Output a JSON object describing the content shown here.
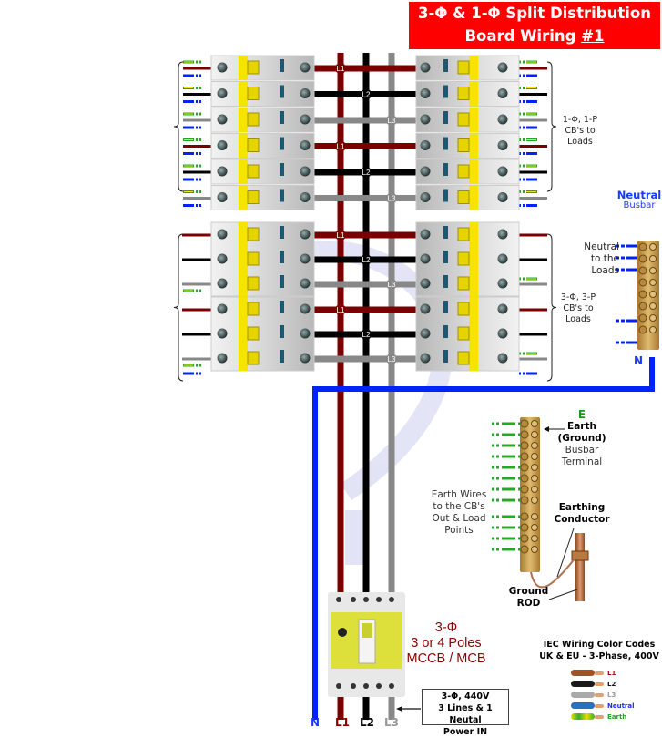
{
  "title": {
    "line1": "3-Φ & 1-Φ Split Distribution",
    "line2_prefix": "Board Wiring ",
    "line2_number": "#1"
  },
  "colors": {
    "L1": "#7a0000",
    "L2": "#000000",
    "L3": "#888888",
    "neutral": "#0022ff",
    "earth_green": "#22aa22",
    "earth_yellow": "#e8e800",
    "title_bg": "#ff0000",
    "mccb_label": "#8b0000",
    "brass": "#c79a48",
    "breaker_yellow": "#f5e400"
  },
  "busbar_labels": {
    "L1": "L1",
    "L2": "L2",
    "L3": "L3"
  },
  "single_phase_group": {
    "label_lines": [
      "1-Φ, 1-P",
      "CB's to",
      "Loads"
    ],
    "rows": [
      "L1",
      "L2",
      "L3",
      "L1",
      "L2",
      "L3"
    ]
  },
  "three_phase_group": {
    "label_lines": [
      "3-Φ, 3-P",
      "CB's to",
      "Loads"
    ],
    "breakers": 2
  },
  "neutral_busbar": {
    "title": "Neutral",
    "subtitle": "Busbar",
    "to_loads_lines": [
      "Neutral",
      "to the",
      "Loads"
    ],
    "tag": "N"
  },
  "earth_busbar": {
    "tag": "E",
    "title_lines": [
      "Earth",
      "(Ground)"
    ],
    "subtitle_lines": [
      "Busbar",
      "Terminal"
    ],
    "wires_label_lines": [
      "Earth Wires",
      "to the CB's",
      "Out & Load",
      "Points"
    ],
    "conductor_lines": [
      "Earthing",
      "Conductor"
    ],
    "rod_lines": [
      "Ground",
      "ROD"
    ]
  },
  "mccb": {
    "label_lines": [
      "3-Φ",
      "3 or 4 Poles",
      "MCCB / MCB"
    ]
  },
  "power_in": {
    "lines": [
      "3-Φ, 440V",
      "3 Lines & 1 Neutal",
      "Power IN"
    ]
  },
  "bottom_labels": {
    "N": "N",
    "L1": "L1",
    "L2": "L2",
    "L3": "L3"
  },
  "legend": {
    "title_lines": [
      "IEC Wiring Color Codes",
      "UK & EU - 3-Phase, 400V"
    ],
    "items": [
      {
        "label": "L1",
        "color": "#a0522d",
        "text_color": "#a01010"
      },
      {
        "label": "L2",
        "color": "#1a1a1a",
        "text_color": "#111111"
      },
      {
        "label": "L3",
        "color": "#aaaaaa",
        "text_color": "#999999"
      },
      {
        "label": "Neutral",
        "color": "#2a6fc0",
        "text_color": "#1a2aff"
      },
      {
        "label": "Earth",
        "color": "#7cb82f",
        "text_color": "#22aa22"
      }
    ]
  }
}
